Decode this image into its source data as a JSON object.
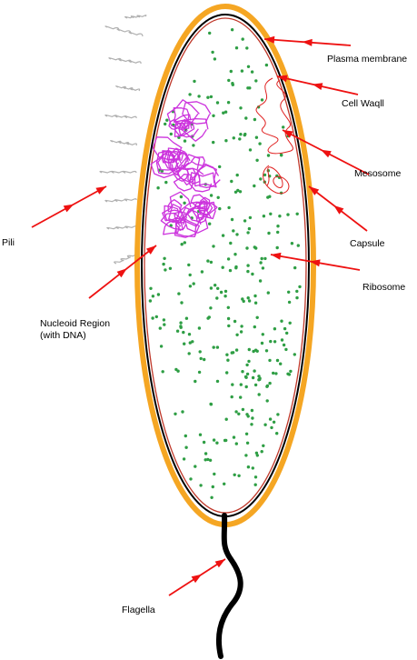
{
  "diagram": {
    "labels": {
      "plasma_membrane": "Plasma membrane",
      "cell_wall": "Cell Waqll",
      "mesosome": "Mesosome",
      "capsule": "Capsule",
      "ribosome": "Ribosome",
      "pili": "Pili",
      "nucleoid_line1": "Nucleoid Region",
      "nucleoid_line2": "(with DNA)",
      "flagella": "Flagella"
    },
    "colors": {
      "capsule": "#F5A623",
      "cell_wall": "#000000",
      "plasma_membrane": "#C0392B",
      "ribosome": "#2E9E44",
      "dna": "#CC33DD",
      "mesosome": "#E02020",
      "arrow": "#EE1111",
      "pili": "#B0B0B0",
      "flagellum": "#000000"
    }
  }
}
